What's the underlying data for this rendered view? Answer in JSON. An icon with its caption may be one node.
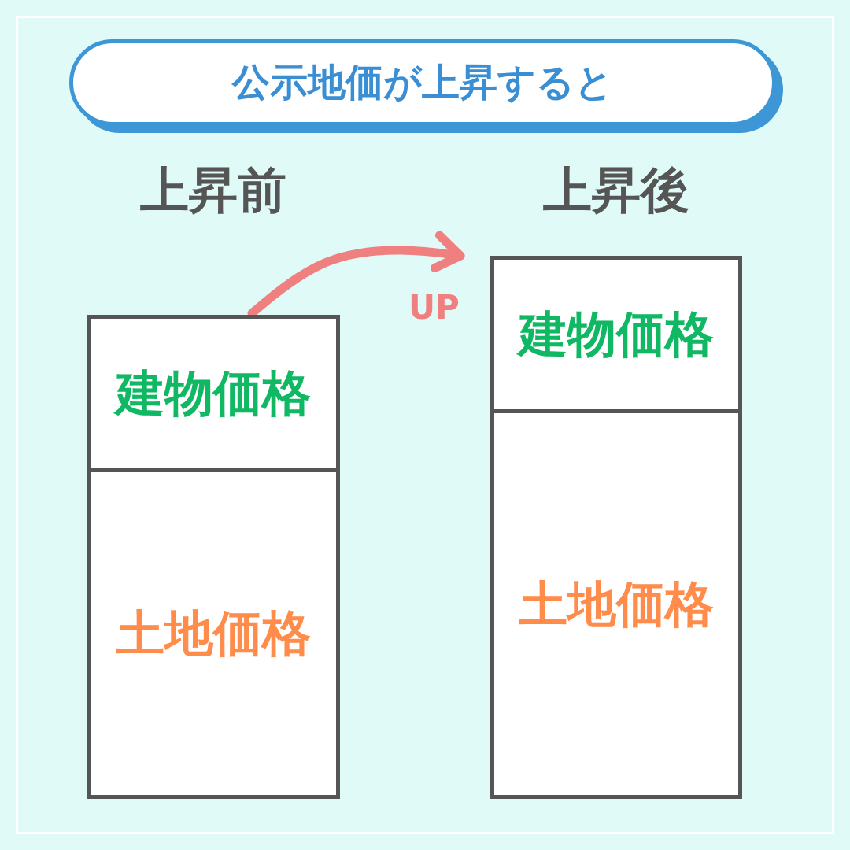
{
  "diagram": {
    "title": "公示地価が上昇すると",
    "nodes": [
      {
        "text": [
          "上昇前"
        ]
      },
      {
        "text": [
          "建物価格"
        ],
        "in": 0
      },
      {
        "text": [
          "土地価格"
        ],
        "in": 0
      },
      {
        "text": [
          "上昇後"
        ]
      },
      {
        "text": [
          "建物価格"
        ],
        "in": 3
      },
      {
        "text": [
          "土地価格"
        ],
        "in": 3
      }
    ],
    "edges": [
      {
        "from": 0,
        "to": 3,
        "arrow": "to",
        "label": "UP"
      }
    ]
  }
}
